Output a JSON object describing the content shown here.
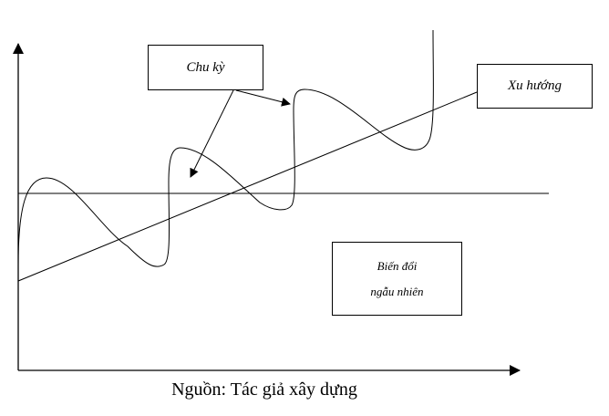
{
  "labels": {
    "cycle": "Chu kỳ",
    "trend": "Xu hướng",
    "random_line1": "Biến đổi",
    "random_line2": "ngẫu nhiên"
  },
  "caption": "Nguồn: Tác giả xây dựng",
  "colors": {
    "stroke": "#000000",
    "background": "#ffffff"
  }
}
